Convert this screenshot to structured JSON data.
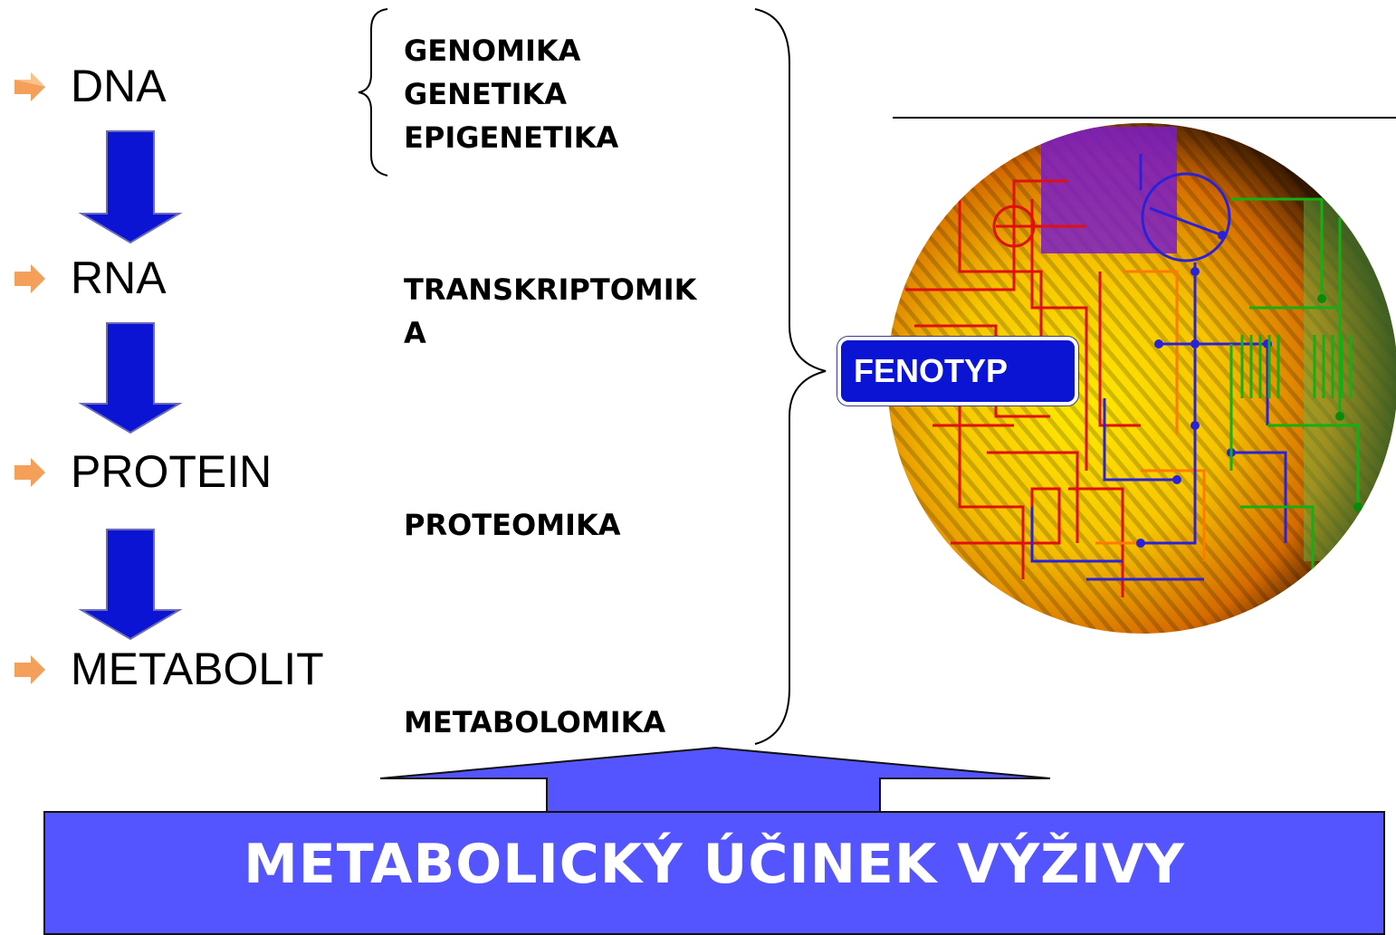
{
  "flow": {
    "dna": "DNA",
    "rna": "RNA",
    "protein": "PROTEIN",
    "metabolit": "METABOLIT"
  },
  "omics": {
    "genomika": "GENOMIKA",
    "genetika": "GENETIKA",
    "epigenetika": "EPIGENETIKA",
    "transkriptomika_line1": "TRANSKRIPTOMIK",
    "transkriptomika_line2": "A",
    "proteomika": "PROTEOMIKA",
    "metabolomika": "METABOLOMIKA"
  },
  "fenotyp": "FENOTYP",
  "banner": "METABOLICKÝ ÚČINEK VÝŽIVY",
  "colors": {
    "arrow_blue": "#0a14d2",
    "bullet_orange": "#f5a05a",
    "banner_blue": "#5555ff"
  },
  "icons": [
    "bullet-arrow-icon",
    "down-arrow-icon",
    "circuit-network-image"
  ]
}
